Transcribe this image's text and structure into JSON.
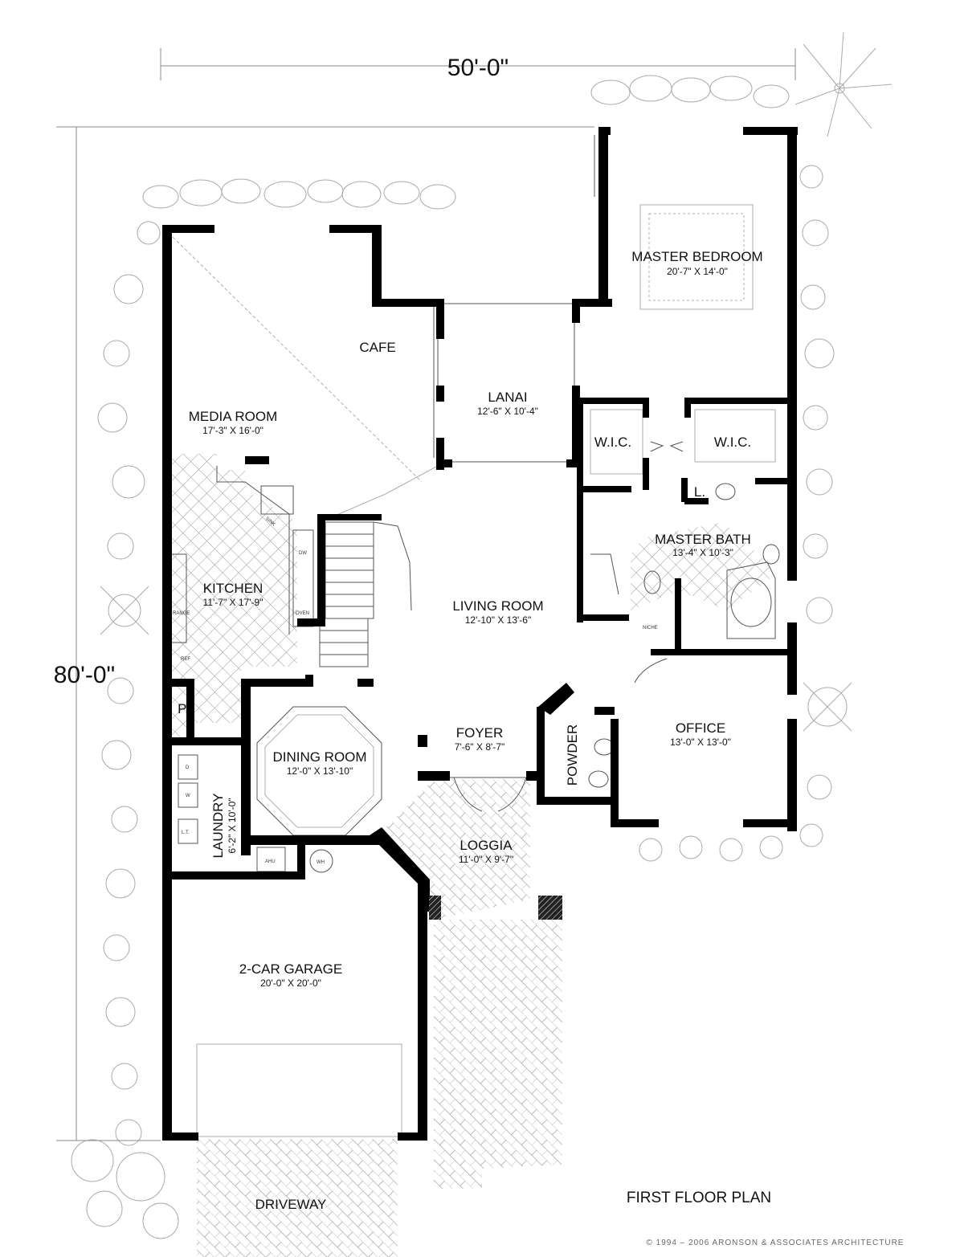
{
  "dimensions": {
    "width": "50'-0\"",
    "depth": "80'-0\""
  },
  "rooms": {
    "master_bedroom": {
      "name": "MASTER BEDROOM",
      "size": "20'-7\" X 14'-0\""
    },
    "cafe": {
      "name": "CAFE"
    },
    "lanai": {
      "name": "LANAI",
      "size": "12'-6\" X 10'-4\""
    },
    "media_room": {
      "name": "MEDIA ROOM",
      "size": "17'-3\" X 16'-0\""
    },
    "wic_left": {
      "name": "W.I.C."
    },
    "wic_right": {
      "name": "W.I.C."
    },
    "linen": {
      "name": "L."
    },
    "master_bath": {
      "name": "MASTER BATH",
      "size": "13'-4\" X 10'-3\""
    },
    "kitchen": {
      "name": "KITCHEN",
      "size": "11'-7\" X 17'-9\""
    },
    "living_room": {
      "name": "LIVING ROOM",
      "size": "12'-10\" X 13'-6\""
    },
    "pantry": {
      "name": "P."
    },
    "office": {
      "name": "OFFICE",
      "size": "13'-0\" X 13'-0\""
    },
    "foyer": {
      "name": "FOYER",
      "size": "7'-6\" X 8'-7\""
    },
    "powder": {
      "name": "POWDER"
    },
    "dining_room": {
      "name": "DINING ROOM",
      "size": "12'-0\" X 13'-10\""
    },
    "laundry": {
      "name": "LAUNDRY",
      "size": "6'-2\" X 10'-0\""
    },
    "loggia": {
      "name": "LOGGIA",
      "size": "11'-0\" X 9'-7\""
    },
    "garage": {
      "name": "2-CAR GARAGE",
      "size": "20'-0\" X 20'-0\""
    },
    "driveway": {
      "name": "DRIVEWAY"
    }
  },
  "fixtures": {
    "sink": "SINK",
    "dw": "DW",
    "oven": "OVEN",
    "range": "RANGE",
    "ref": "REF",
    "dryer": "D",
    "washer": "W",
    "laundry_tub": "L.T.",
    "ahu": "AHU",
    "wh": "WH",
    "niche": "NICHE"
  },
  "title": "FIRST FLOOR PLAN",
  "copyright": "© 1994 – 2006 ARONSON & ASSOCIATES ARCHITECTURE"
}
